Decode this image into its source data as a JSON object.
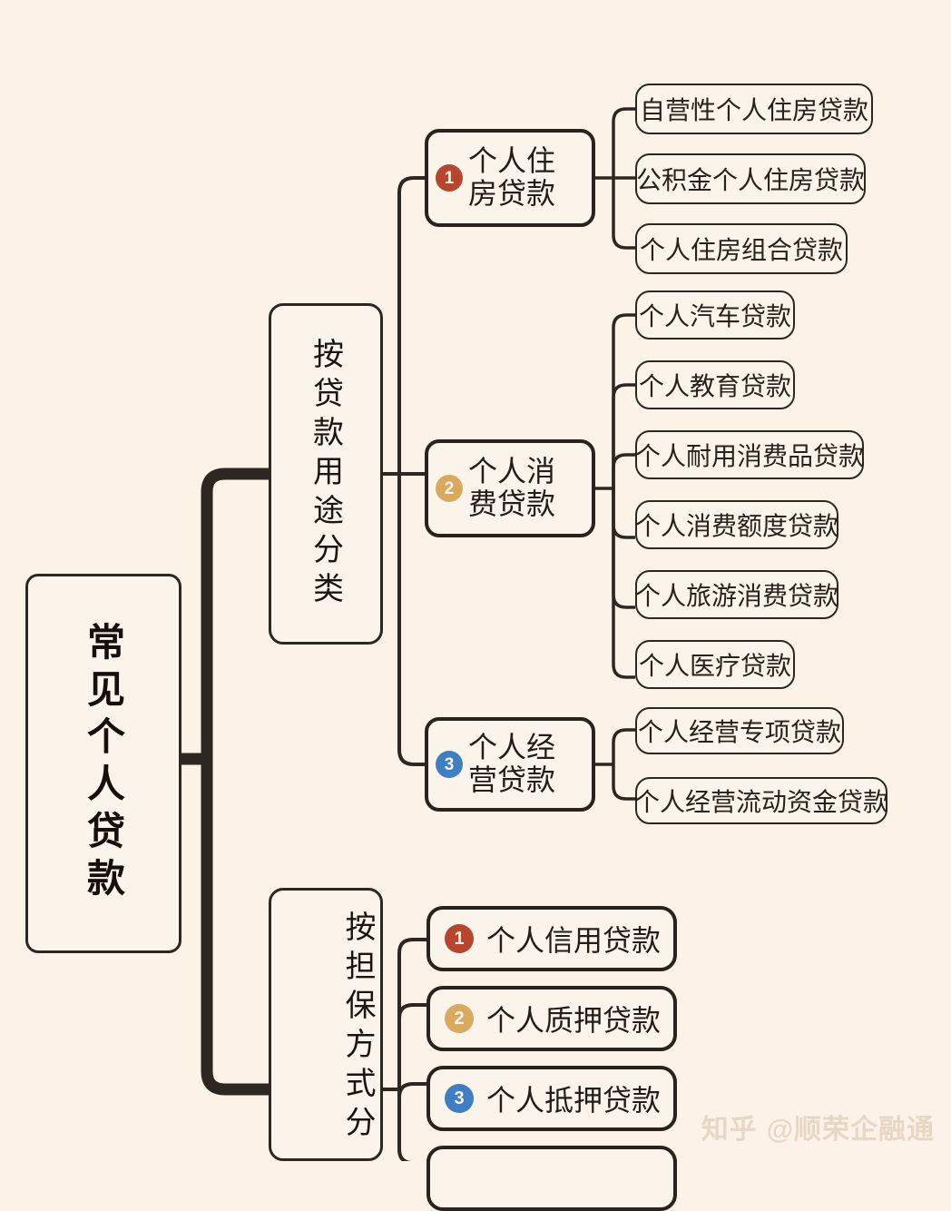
{
  "background_color": "#FCF2E8",
  "line_color": "#2E2620",
  "root": {
    "label": "常见个人贷款"
  },
  "branches": [
    {
      "label": "按贷款用途分类",
      "categories": [
        {
          "badge": "1",
          "badge_color": "#B8452E",
          "line1": "个人住",
          "line2": "房贷款",
          "leaves": [
            "自营性个人住房贷款",
            "公积金个人住房贷款",
            "个人住房组合贷款"
          ]
        },
        {
          "badge": "2",
          "badge_color": "#D9A95F",
          "line1": "个人消",
          "line2": "费贷款",
          "leaves": [
            "个人汽车贷款",
            "个人教育贷款",
            "个人耐用消费品贷款",
            "个人消费额度贷款",
            "个人旅游消费贷款",
            "个人医疗贷款"
          ]
        },
        {
          "badge": "3",
          "badge_color": "#3F7FC1",
          "line1": "个人经",
          "line2": "营贷款",
          "leaves": [
            "个人经营专项贷款",
            "个人经营流动资金贷款"
          ]
        }
      ]
    },
    {
      "label": "按担保方式分",
      "categories": [
        {
          "badge": "1",
          "badge_color": "#B8452E",
          "label": "个人信用贷款"
        },
        {
          "badge": "2",
          "badge_color": "#D9A95F",
          "label": "个人质押贷款"
        },
        {
          "badge": "3",
          "badge_color": "#3F7FC1",
          "label": "个人抵押贷款"
        }
      ]
    }
  ],
  "watermark": {
    "site": "知乎",
    "handle": "@顺荣企融通"
  }
}
